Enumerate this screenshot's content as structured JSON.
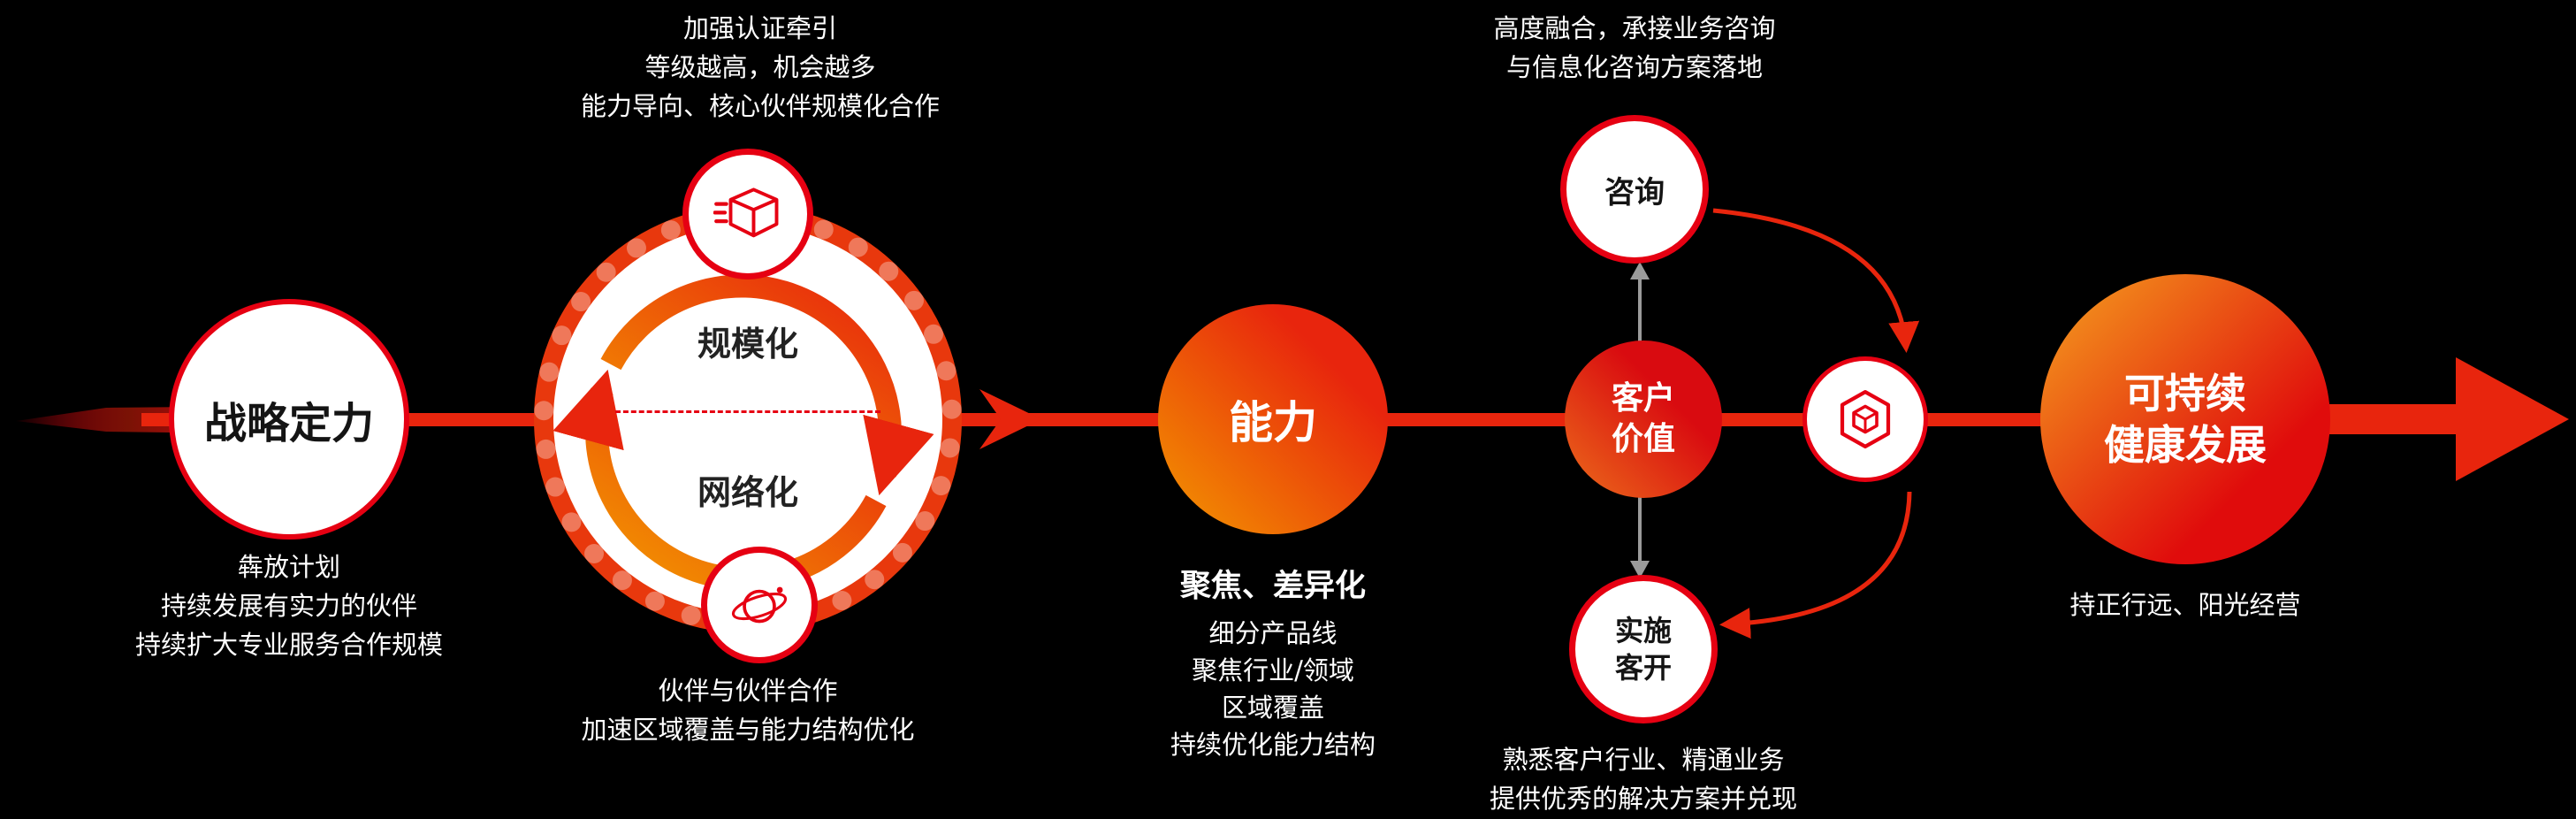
{
  "canvas": {
    "background": "#000000"
  },
  "colors": {
    "primary_red": "#e60012",
    "ring_red": "#e8380d",
    "orange": "#f39800",
    "gray_connector": "#9b9b9b",
    "dark_text": "#141414",
    "white": "#ffffff"
  },
  "flow": {
    "strategy": {
      "label": "战略定力",
      "notes": [
        "犇放计划",
        "持续发展有实力的伙伴",
        "持续扩大专业服务合作规模"
      ]
    },
    "scale_network": {
      "top_note": [
        "加强认证牵引",
        "等级越高，机会越多",
        "能力导向、核心伙伴规模化合作"
      ],
      "inner_top": "规模化",
      "inner_bottom": "网络化",
      "bottom_note": [
        "伙伴与伙伴合作",
        "加速区域覆盖与能力结构优化"
      ],
      "top_icon": "certification-box-icon",
      "bottom_icon": "planet-network-icon",
      "cycle_icon": "circular-arrows-icon"
    },
    "capability": {
      "label": "能力",
      "heading": "聚焦、差异化",
      "notes": [
        "细分产品线",
        "聚焦行业/领域",
        "区域覆盖",
        "持续优化能力结构"
      ]
    },
    "customer_value": {
      "label_lines": [
        "客户",
        "价值"
      ],
      "consulting_label": "咨询",
      "implementation_lines": [
        "实施",
        "客开"
      ],
      "top_note": [
        "高度融合，承接业务咨询",
        "与信息化咨询方案落地"
      ],
      "bottom_note": [
        "熟悉客户行业、精通业务",
        "提供优秀的解决方案并兑现"
      ],
      "hub_icon": "hexagon-platform-icon"
    },
    "sustainable": {
      "label_lines": [
        "可持续",
        "健康发展"
      ],
      "notes": [
        "持正行远、阳光经营"
      ]
    }
  }
}
